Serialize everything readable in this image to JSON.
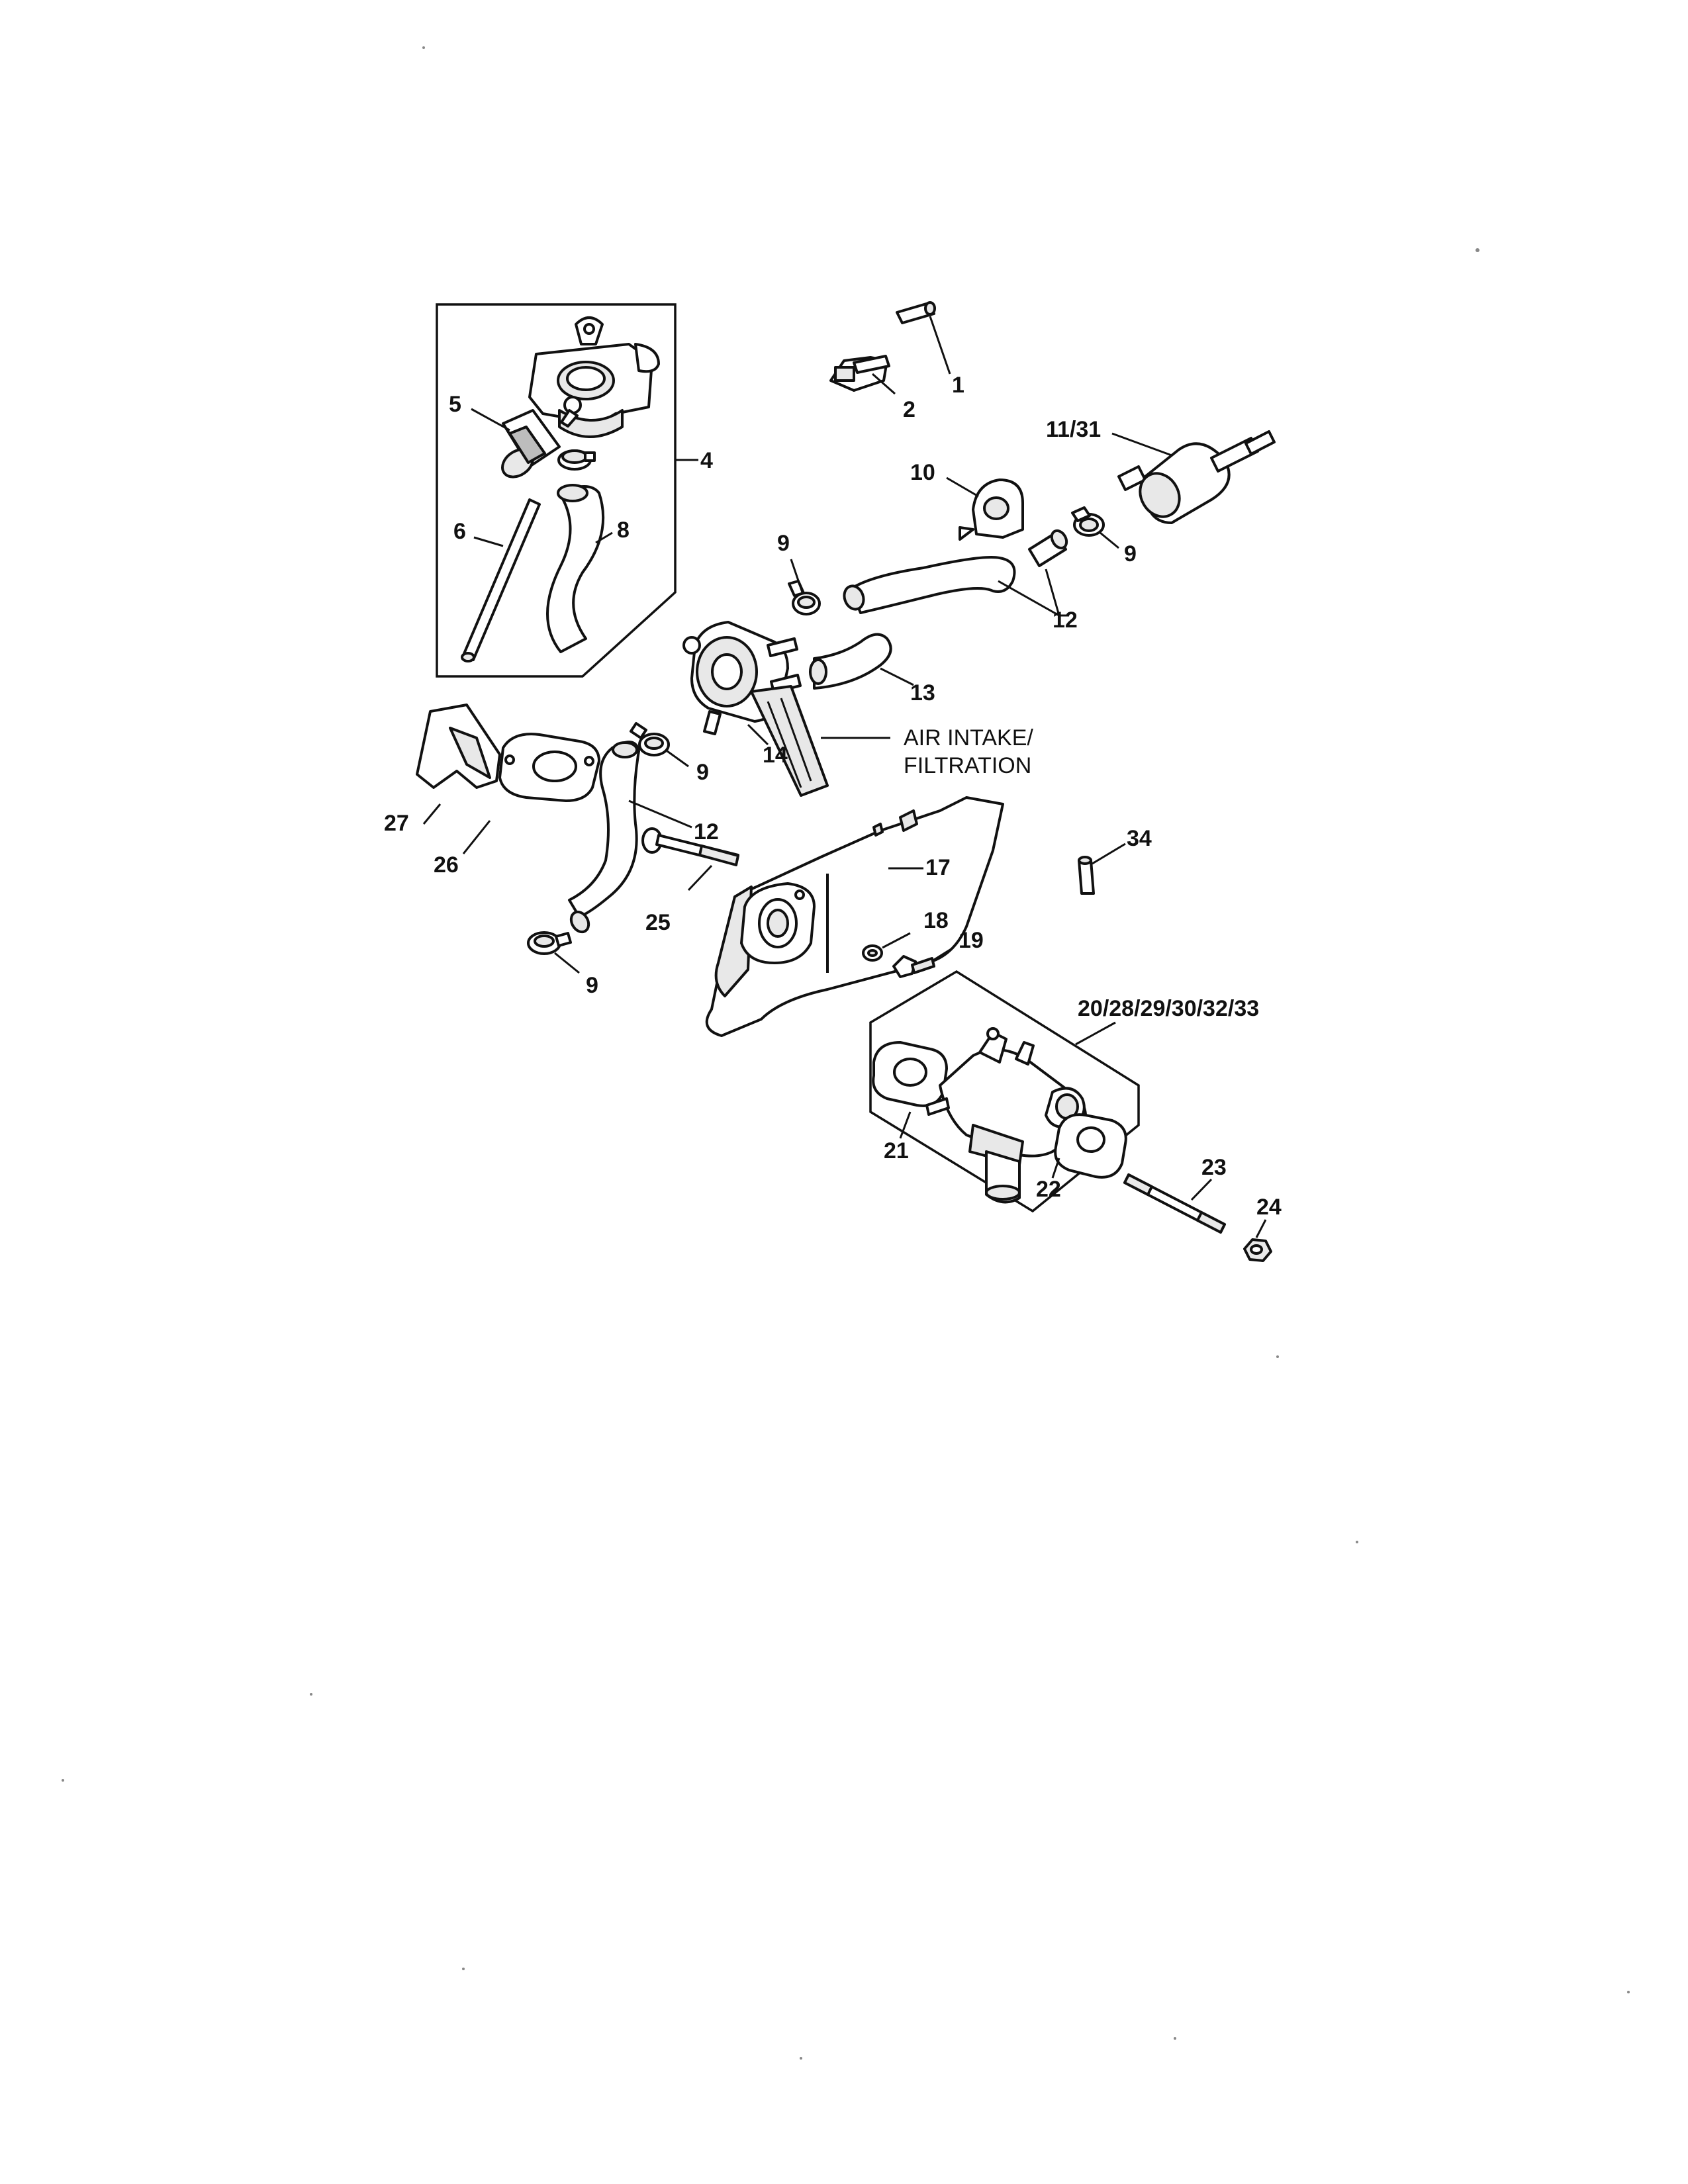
{
  "diagram": {
    "labels": {
      "p1": "1",
      "p2": "2",
      "p4": "4",
      "p5": "5",
      "p6": "6",
      "p8": "8",
      "p9a": "9",
      "p9b": "9",
      "p9c": "9",
      "p9d": "9",
      "p10": "10",
      "p11_31": "11/31",
      "p12a": "12",
      "p12b": "12",
      "p13": "13",
      "p14": "14",
      "p17": "17",
      "p18": "18",
      "p19": "19",
      "p20_group": "20/28/29/30/32/33",
      "p21": "21",
      "p22": "22",
      "p23": "23",
      "p24": "24",
      "p25": "25",
      "p26": "26",
      "p27": "27",
      "p34": "34"
    },
    "note": {
      "line1": "AIR INTAKE/",
      "line2": "FILTRATION"
    }
  }
}
